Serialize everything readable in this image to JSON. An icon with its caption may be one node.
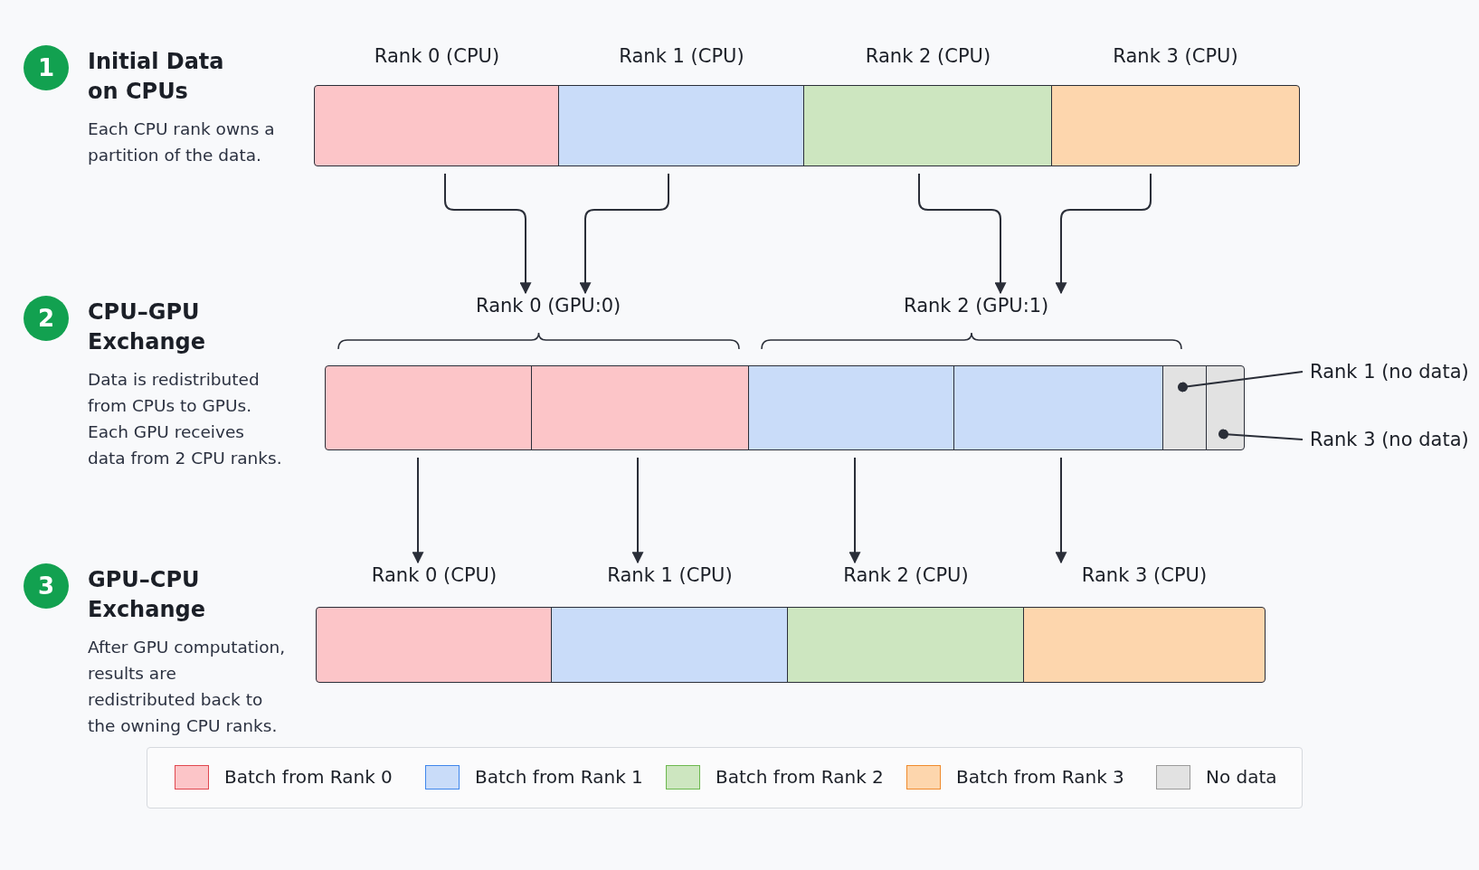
{
  "diagram": {
    "nodes": [
      {
        "text": [
          "1",
          "Initial Data on CPUs"
        ],
        "beside": [
          "Each CPU rank owns a partition of the data."
        ]
      },
      {
        "text": [
          "Rank 0 (CPU)"
        ]
      },
      {
        "text": [
          "Rank 1 (CPU)"
        ]
      },
      {
        "text": [
          "Rank 2 (CPU)"
        ]
      },
      {
        "text": [
          "Rank 3 (CPU)"
        ]
      },
      {
        "text": [
          "2",
          "CPU–GPU Exchange"
        ],
        "beside": [
          "Data is redistributed from CPUs to GPUs. Each GPU receives data from 2 CPU ranks."
        ]
      },
      {
        "text": [
          "Rank 0 (GPU:0)"
        ]
      },
      {
        "text": [
          "Rank 2 (GPU:1)"
        ]
      },
      {
        "text": [],
        "shape": "box"
      },
      {
        "text": [],
        "shape": "box"
      },
      {
        "text": [],
        "shape": "box"
      },
      {
        "text": [],
        "shape": "box"
      },
      {
        "text": [],
        "shape": "box"
      },
      {
        "text": [],
        "shape": "box"
      },
      {
        "text": [
          "Rank 1 (no data)"
        ]
      },
      {
        "text": [
          "Rank 3 (no data)"
        ]
      },
      {
        "text": [
          "3",
          "GPU–CPU Exchange"
        ],
        "beside": [
          "After GPU computation, results are redistributed back to the owning CPU ranks."
        ]
      },
      {
        "text": [
          "Rank 0 (CPU)"
        ]
      },
      {
        "text": [
          "Rank 1 (CPU)"
        ]
      },
      {
        "text": [
          "Rank 2 (CPU)"
        ]
      },
      {
        "text": [
          "Rank 3 (CPU)"
        ]
      }
    ],
    "edges": [
      {
        "from": 1,
        "to": 6,
        "arrow": "to"
      },
      {
        "from": 2,
        "to": 6,
        "arrow": "to"
      },
      {
        "from": 3,
        "to": 7,
        "arrow": "to"
      },
      {
        "from": 4,
        "to": 7,
        "arrow": "to"
      },
      {
        "from": 14,
        "to": 12,
        "arrow": "other"
      },
      {
        "from": 15,
        "to": 13,
        "arrow": "other"
      },
      {
        "from": 8,
        "to": 17,
        "arrow": "to"
      },
      {
        "from": 9,
        "to": 18,
        "arrow": "to"
      },
      {
        "from": 10,
        "to": 19,
        "arrow": "to"
      },
      {
        "from": 11,
        "to": 20,
        "arrow": "to"
      }
    ],
    "legend": [
      {
        "text": "Batch from Rank 0",
        "color": "#fcc5c8"
      },
      {
        "text": "Batch from Rank 1",
        "color": "#c9dcf9"
      },
      {
        "text": "Batch from Rank 2",
        "color": "#cde6c0"
      },
      {
        "text": "Batch from Rank 3",
        "color": "#fdd6ad"
      },
      {
        "text": "No data",
        "color": "#e2e2e2"
      }
    ]
  }
}
